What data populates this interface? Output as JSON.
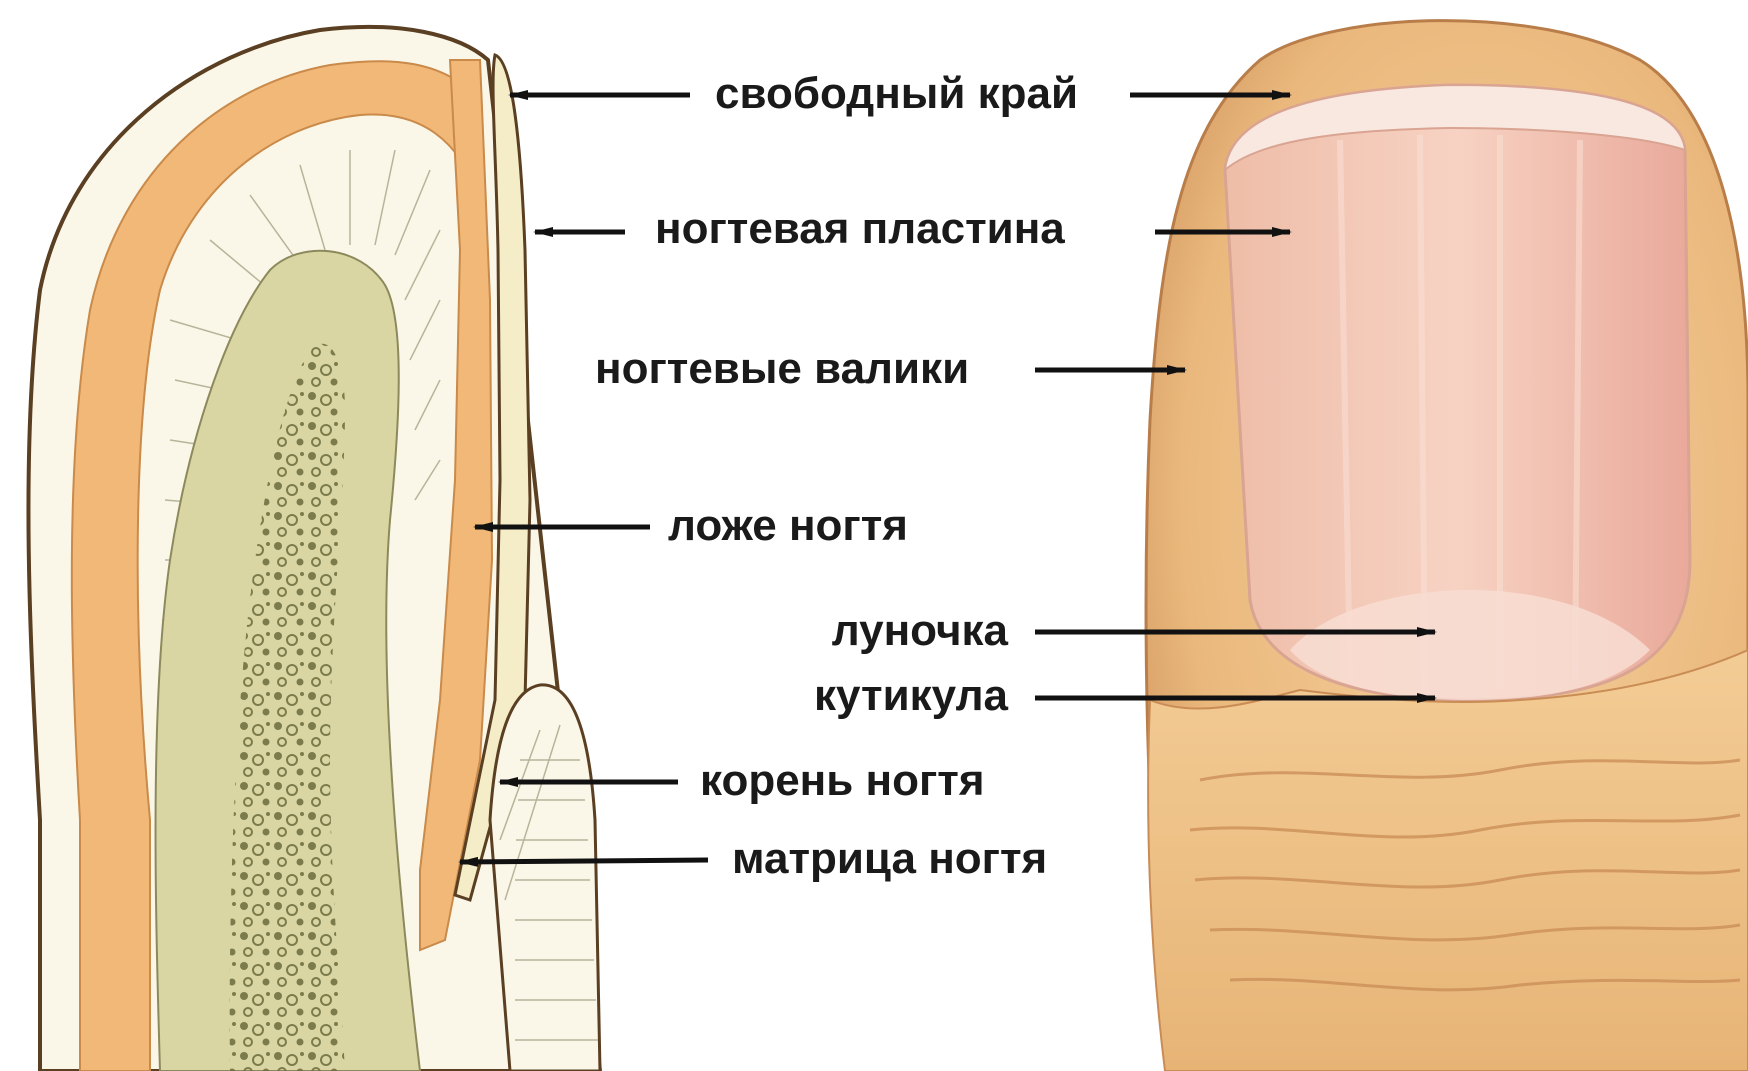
{
  "labels": {
    "free_edge": "свободный край",
    "nail_plate": "ногтевая пластина",
    "nail_folds": "ногтевые валики",
    "nail_bed": "ложе ногтя",
    "lunula": "луночка",
    "cuticle": "кутикула",
    "nail_root": "корень ногтя",
    "nail_matrix": "матрица ногтя"
  },
  "colors": {
    "skin_outline": "#5a3f22",
    "epidermis_orange": "#f2b878",
    "dermis_cream": "#fbf7e8",
    "bone_green": "#d9d6a4",
    "bone_spots": "#6b6b3c",
    "nail_plate_cream": "#f5ecc8",
    "finger_skin": "#e8b87c",
    "nail_pink": "#f3c2b0",
    "arrow": "#111111"
  }
}
